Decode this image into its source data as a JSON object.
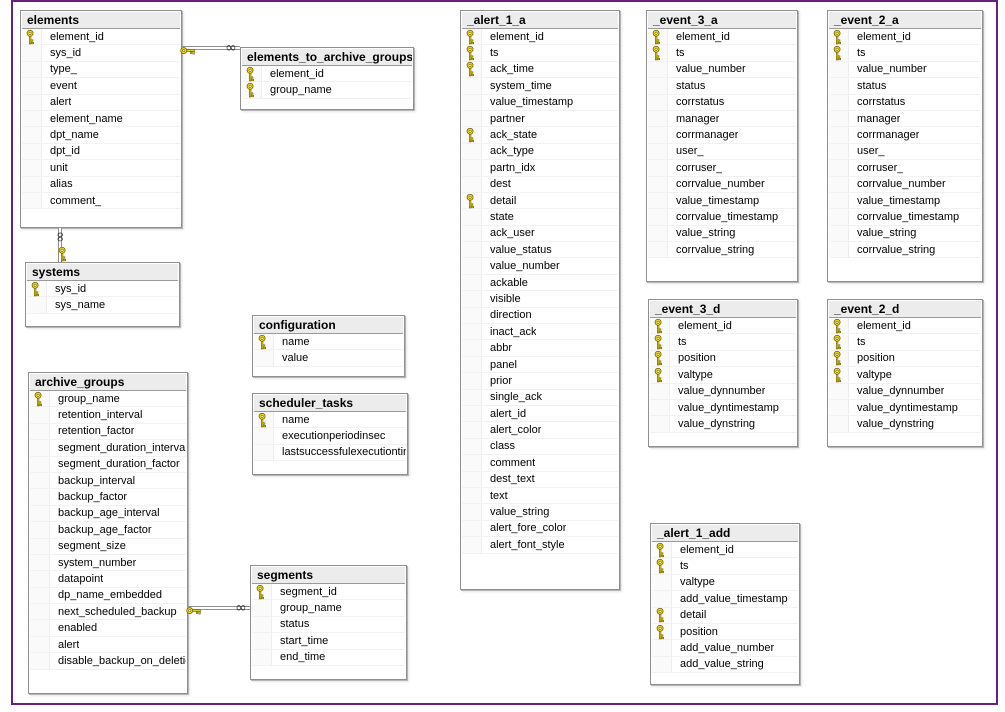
{
  "diagram": {
    "border_color": "#68217A",
    "canvas_color": "#ffffff",
    "key_color": "#f7e11e"
  },
  "icons": {
    "primary_key": "key-icon",
    "many_end": "infinity-icon",
    "infinity_glyph": "∞"
  },
  "tables": [
    {
      "name": "elements",
      "columns": [
        {
          "name": "element_id",
          "key": true
        },
        {
          "name": "sys_id",
          "key": false
        },
        {
          "name": "type_",
          "key": false
        },
        {
          "name": "event",
          "key": false
        },
        {
          "name": "alert",
          "key": false
        },
        {
          "name": "element_name",
          "key": false
        },
        {
          "name": "dpt_name",
          "key": false
        },
        {
          "name": "dpt_id",
          "key": false
        },
        {
          "name": "unit",
          "key": false
        },
        {
          "name": "alias",
          "key": false
        },
        {
          "name": "comment_",
          "key": false
        }
      ]
    },
    {
      "name": "elements_to_archive_groups",
      "columns": [
        {
          "name": "element_id",
          "key": true
        },
        {
          "name": "group_name",
          "key": true
        }
      ]
    },
    {
      "name": "systems",
      "columns": [
        {
          "name": "sys_id",
          "key": true
        },
        {
          "name": "sys_name",
          "key": false
        }
      ]
    },
    {
      "name": "configuration",
      "columns": [
        {
          "name": "name",
          "key": true
        },
        {
          "name": "value",
          "key": false
        }
      ]
    },
    {
      "name": "scheduler_tasks",
      "columns": [
        {
          "name": "name",
          "key": true
        },
        {
          "name": "executionperiodinsec",
          "key": false
        },
        {
          "name": "lastsuccessfulexecutiontimesta...",
          "key": false
        }
      ]
    },
    {
      "name": "archive_groups",
      "columns": [
        {
          "name": "group_name",
          "key": true
        },
        {
          "name": "retention_interval",
          "key": false
        },
        {
          "name": "retention_factor",
          "key": false
        },
        {
          "name": "segment_duration_interval",
          "key": false
        },
        {
          "name": "segment_duration_factor",
          "key": false
        },
        {
          "name": "backup_interval",
          "key": false
        },
        {
          "name": "backup_factor",
          "key": false
        },
        {
          "name": "backup_age_interval",
          "key": false
        },
        {
          "name": "backup_age_factor",
          "key": false
        },
        {
          "name": "segment_size",
          "key": false
        },
        {
          "name": "system_number",
          "key": false
        },
        {
          "name": "datapoint",
          "key": false
        },
        {
          "name": "dp_name_embedded",
          "key": false
        },
        {
          "name": "next_scheduled_backup",
          "key": false
        },
        {
          "name": "enabled",
          "key": false
        },
        {
          "name": "alert",
          "key": false
        },
        {
          "name": "disable_backup_on_deletion",
          "key": false
        }
      ]
    },
    {
      "name": "segments",
      "columns": [
        {
          "name": "segment_id",
          "key": true
        },
        {
          "name": "group_name",
          "key": false
        },
        {
          "name": "status",
          "key": false
        },
        {
          "name": "start_time",
          "key": false
        },
        {
          "name": "end_time",
          "key": false
        }
      ]
    },
    {
      "name": "_alert_1_a",
      "columns": [
        {
          "name": "element_id",
          "key": true
        },
        {
          "name": "ts",
          "key": true
        },
        {
          "name": "ack_time",
          "key": true
        },
        {
          "name": "system_time",
          "key": false
        },
        {
          "name": "value_timestamp",
          "key": false
        },
        {
          "name": "partner",
          "key": false
        },
        {
          "name": "ack_state",
          "key": true
        },
        {
          "name": "ack_type",
          "key": false
        },
        {
          "name": "partn_idx",
          "key": false
        },
        {
          "name": "dest",
          "key": false
        },
        {
          "name": "detail",
          "key": true
        },
        {
          "name": "state",
          "key": false
        },
        {
          "name": "ack_user",
          "key": false
        },
        {
          "name": "value_status",
          "key": false
        },
        {
          "name": "value_number",
          "key": false
        },
        {
          "name": "ackable",
          "key": false
        },
        {
          "name": "visible",
          "key": false
        },
        {
          "name": "direction",
          "key": false
        },
        {
          "name": "inact_ack",
          "key": false
        },
        {
          "name": "abbr",
          "key": false
        },
        {
          "name": "panel",
          "key": false
        },
        {
          "name": "prior",
          "key": false
        },
        {
          "name": "single_ack",
          "key": false
        },
        {
          "name": "alert_id",
          "key": false
        },
        {
          "name": "alert_color",
          "key": false
        },
        {
          "name": "class",
          "key": false
        },
        {
          "name": "comment",
          "key": false
        },
        {
          "name": "dest_text",
          "key": false
        },
        {
          "name": "text",
          "key": false
        },
        {
          "name": "value_string",
          "key": false
        },
        {
          "name": "alert_fore_color",
          "key": false
        },
        {
          "name": "alert_font_style",
          "key": false
        }
      ]
    },
    {
      "name": "_event_3_a",
      "columns": [
        {
          "name": "element_id",
          "key": true
        },
        {
          "name": "ts",
          "key": true
        },
        {
          "name": "value_number",
          "key": false
        },
        {
          "name": "status",
          "key": false
        },
        {
          "name": "corrstatus",
          "key": false
        },
        {
          "name": "manager",
          "key": false
        },
        {
          "name": "corrmanager",
          "key": false
        },
        {
          "name": "user_",
          "key": false
        },
        {
          "name": "corruser_",
          "key": false
        },
        {
          "name": "corrvalue_number",
          "key": false
        },
        {
          "name": "value_timestamp",
          "key": false
        },
        {
          "name": "corrvalue_timestamp",
          "key": false
        },
        {
          "name": "value_string",
          "key": false
        },
        {
          "name": "corrvalue_string",
          "key": false
        }
      ]
    },
    {
      "name": "_event_2_a",
      "columns": [
        {
          "name": "element_id",
          "key": true
        },
        {
          "name": "ts",
          "key": true
        },
        {
          "name": "value_number",
          "key": false
        },
        {
          "name": "status",
          "key": false
        },
        {
          "name": "corrstatus",
          "key": false
        },
        {
          "name": "manager",
          "key": false
        },
        {
          "name": "corrmanager",
          "key": false
        },
        {
          "name": "user_",
          "key": false
        },
        {
          "name": "corruser_",
          "key": false
        },
        {
          "name": "corrvalue_number",
          "key": false
        },
        {
          "name": "value_timestamp",
          "key": false
        },
        {
          "name": "corrvalue_timestamp",
          "key": false
        },
        {
          "name": "value_string",
          "key": false
        },
        {
          "name": "corrvalue_string",
          "key": false
        }
      ]
    },
    {
      "name": "_event_3_d",
      "columns": [
        {
          "name": "element_id",
          "key": true
        },
        {
          "name": "ts",
          "key": true
        },
        {
          "name": "position",
          "key": true
        },
        {
          "name": "valtype",
          "key": true
        },
        {
          "name": "value_dynnumber",
          "key": false
        },
        {
          "name": "value_dyntimestamp",
          "key": false
        },
        {
          "name": "value_dynstring",
          "key": false
        }
      ]
    },
    {
      "name": "_event_2_d",
      "columns": [
        {
          "name": "element_id",
          "key": true
        },
        {
          "name": "ts",
          "key": true
        },
        {
          "name": "position",
          "key": true
        },
        {
          "name": "valtype",
          "key": true
        },
        {
          "name": "value_dynnumber",
          "key": false
        },
        {
          "name": "value_dyntimestamp",
          "key": false
        },
        {
          "name": "value_dynstring",
          "key": false
        }
      ]
    },
    {
      "name": "_alert_1_add",
      "columns": [
        {
          "name": "element_id",
          "key": true
        },
        {
          "name": "ts",
          "key": true
        },
        {
          "name": "valtype",
          "key": false
        },
        {
          "name": "add_value_timestamp",
          "key": false
        },
        {
          "name": "detail",
          "key": true
        },
        {
          "name": "position",
          "key": true
        },
        {
          "name": "add_value_number",
          "key": false
        },
        {
          "name": "add_value_string",
          "key": false
        }
      ]
    }
  ],
  "relationships": [
    {
      "id": "elements--elements_to_archive_groups",
      "one_side": "elements",
      "many_side": "elements_to_archive_groups"
    },
    {
      "id": "systems--elements",
      "one_side": "systems",
      "many_side": "elements"
    },
    {
      "id": "archive_groups--segments",
      "one_side": "archive_groups",
      "many_side": "segments"
    }
  ]
}
